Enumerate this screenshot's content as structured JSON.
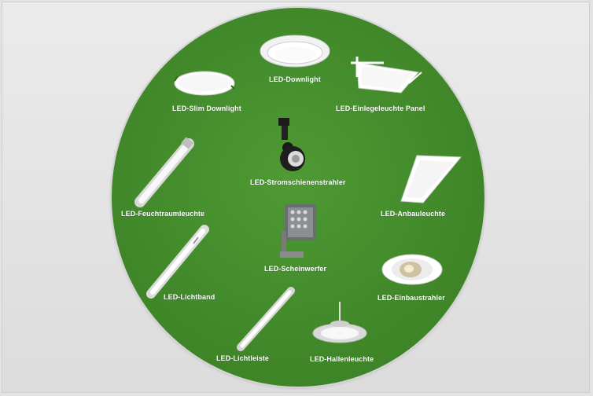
{
  "products": {
    "downlight": "LED-Downlight",
    "slim_downlight": "LED-Slim Downlight",
    "panel": "LED-Einlegeleuchte Panel",
    "track_spot": "LED-Stromschienenstrahler",
    "damp_proof": "LED-Feuchtraumleuchte",
    "surface_mounted": "LED-Anbauleuchte",
    "floodlight": "LED-Scheinwerfer",
    "light_band": "LED-Lichtband",
    "recessed_spot": "LED-Einbaustrahler",
    "light_strip": "LED-Lichtleiste",
    "high_bay": "LED-Hallenleuchte"
  },
  "colors": {
    "circle_green": "#41892a",
    "background": "#e3e3e3",
    "label_text": "#ffffff"
  }
}
